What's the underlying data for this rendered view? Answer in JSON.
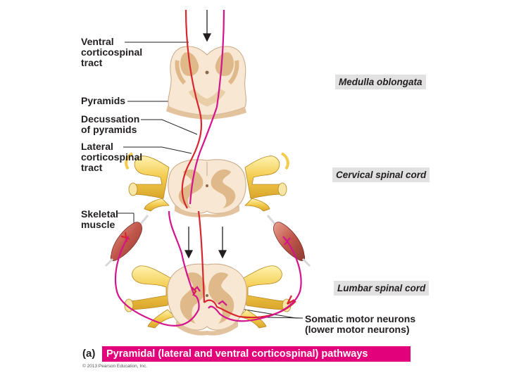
{
  "labels": {
    "ventral_tract": "Ventral\ncorticospinal\ntract",
    "pyramids": "Pyramids",
    "decussation": "Decussation\nof pyramids",
    "lateral_tract": "Lateral\ncorticospinal\ntract",
    "skeletal_muscle": "Skeletal\nmuscle",
    "somatic_motor": "Somatic motor neurons\n(lower motor neurons)"
  },
  "regions": {
    "medulla": "Medulla oblongata",
    "cervical": "Cervical spinal cord",
    "lumbar": "Lumbar spinal cord"
  },
  "caption": {
    "letter": "(a)",
    "title": "Pyramidal (lateral and ventral corticospinal) pathways"
  },
  "copyright": "© 2013 Pearson Education, Inc.",
  "colors": {
    "lateral_tract": "#d8262f",
    "ventral_tract": "#d4148c",
    "nerve": "#f2c84a",
    "cord_tissue": "#f7e7d3",
    "gray_matter": "#dfb98a",
    "muscle": "#c56a5a",
    "caption_bg": "#e3007b"
  }
}
